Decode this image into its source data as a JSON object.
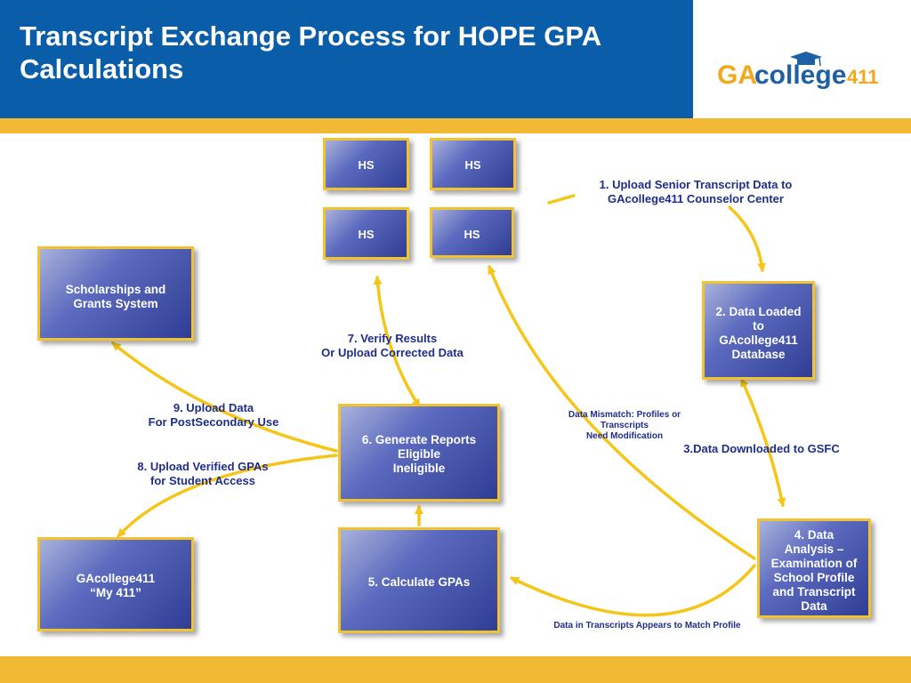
{
  "header": {
    "title": "Transcript Exchange Process for HOPE GPA Calculations",
    "logo_text_ga": "GA",
    "logo_text_college": "college",
    "logo_text_411": "411"
  },
  "boxes": {
    "hs_1": "HS",
    "hs_2": "HS",
    "hs_3": "HS",
    "hs_4": "HS",
    "scholarships": "Scholarships and\nGrants System",
    "data_loaded": "2. Data Loaded\nto\nGAcollege411\nDatabase",
    "generate_reports": "6. Generate Reports\nEligible\nIneligible",
    "calculate_gpas": "5. Calculate GPAs",
    "my411": "GAcollege411\n“My 411”",
    "data_analysis": "4. Data\nAnalysis –\nExamination of\nSchool Profile\nand Transcript\nData"
  },
  "labels": {
    "upload_senior": "1. Upload Senior Transcript Data to\nGAcollege411 Counselor Center",
    "verify_results": "7. Verify Results\nOr Upload Corrected Data",
    "upload_postsecondary": "9. Upload Data\nFor PostSecondary Use",
    "upload_verified": "8. Upload Verified GPAs\nfor Student Access",
    "data_mismatch": "Data Mismatch: Profiles or\nTranscripts\nNeed Modification",
    "downloaded_gsfc": "3.Data Downloaded to GSFC",
    "data_match": "Data in Transcripts Appears to Match Profile"
  },
  "colors": {
    "header_blue": "#0a5da8",
    "accent_gold": "#f1b833",
    "arrow_yellow": "#f5c518",
    "label_navy": "#1f2e8a",
    "box_blue": "#2f3d94"
  }
}
